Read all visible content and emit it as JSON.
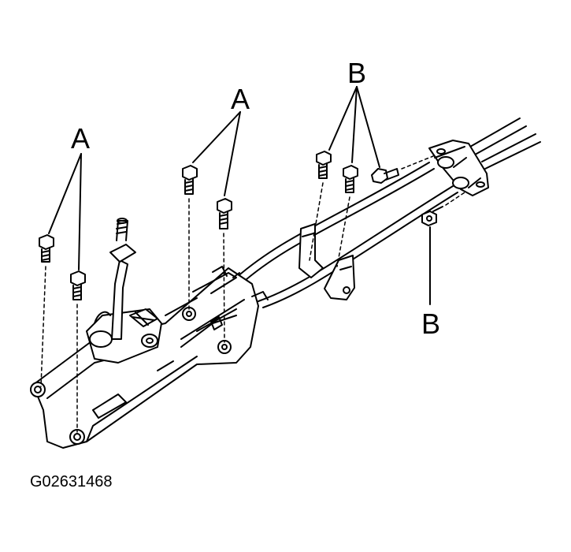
{
  "callouts": {
    "a_left": "A",
    "a_middle": "A",
    "b_top": "B",
    "b_right": "B"
  },
  "figure_id": "G02631468"
}
